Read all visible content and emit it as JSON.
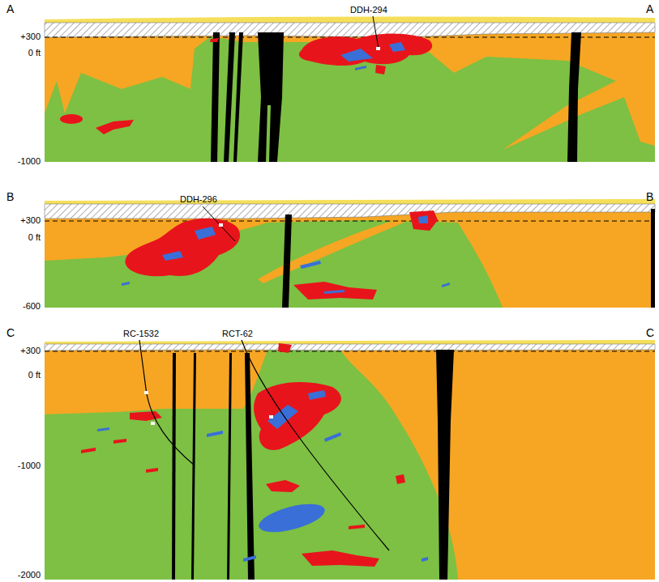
{
  "diagram": {
    "labels": [
      "A",
      "DDH-294",
      "A",
      "+300",
      "0 ft",
      "-1000",
      "B",
      "DDH-296",
      "B",
      "+300",
      "0 ft",
      "-600",
      "C",
      "RC-1532",
      "RCT-62",
      "C",
      "+300",
      "0 ft",
      "-1000",
      "-2000"
    ]
  }
}
